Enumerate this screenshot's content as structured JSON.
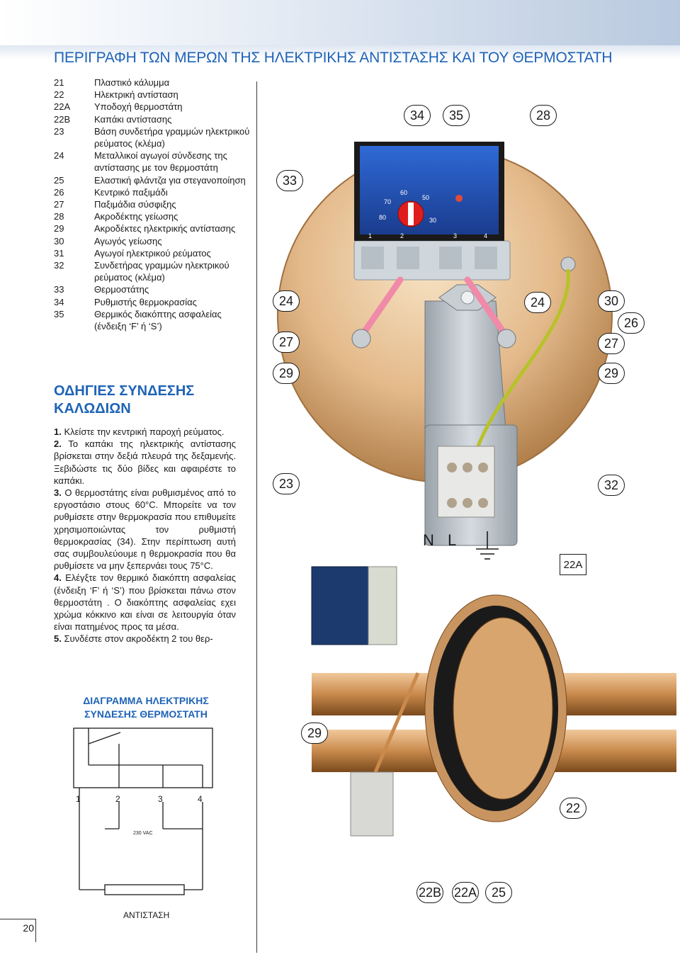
{
  "page": {
    "title": "ΠΕΡΙΓΡΑΦΗ ΤΩΝ ΜΕΡΩΝ ΤΗΣ ΗΛΕΚΤΡΙΚΗΣ ΑΝΤΙΣΤΑΣΗΣ ΚΑΙ ΤΟΥ ΘΕΡΜΟΣΤΑΤΗ",
    "page_number": "20"
  },
  "parts": [
    {
      "num": "21",
      "text": "Πλαστικό κάλυμμα"
    },
    {
      "num": "22",
      "text": "Ηλεκτρική αντίσταση"
    },
    {
      "num": "22A",
      "text": "Υποδοχή θερμοστάτη"
    },
    {
      "num": "22B",
      "text": "Καπάκι αντίστασης"
    },
    {
      "num": "23",
      "text": "Βάση συνδετήρα γραμμών ηλεκτρικού ρεύματος (κλέμα)"
    },
    {
      "num": "24",
      "text": "Μεταλλικοί αγωγοί σύνδεσης της αντίστασης με τον θερμοστάτη"
    },
    {
      "num": "25",
      "text": "Ελαστική φλάντζα για στεγανοποίηση"
    },
    {
      "num": "26",
      "text": "Κεντρικό παξιμάδι"
    },
    {
      "num": "27",
      "text": "Παξιμάδια σύσφιξης"
    },
    {
      "num": "28",
      "text": "Ακροδέκτης γείωσης"
    },
    {
      "num": "29",
      "text": "Ακροδέκτες ηλεκτρικής αντίστασης"
    },
    {
      "num": "30",
      "text": "Αγωγός γείωσης"
    },
    {
      "num": "31",
      "text": "Αγωγοί ηλεκτρικού ρεύματος"
    },
    {
      "num": "32",
      "text": "Συνδετήρας γραμμών ηλεκτρικού ρεύματος (κλέμα)"
    },
    {
      "num": "33",
      "text": "Θερμοστάτης"
    },
    {
      "num": "34",
      "text": "Ρυθμιστής θερμοκρασίας"
    },
    {
      "num": "35",
      "text": "Θερμικός διακόπτης ασφαλείας (ένδειξη ‘F’ ή ‘S’)"
    }
  ],
  "instructions": {
    "title": "ΟΔΗΓΙΕΣ ΣΥΝΔΕΣΗΣ ΚΑΛΩΔΙΩΝ",
    "steps": [
      {
        "n": "1.",
        "text": "Κλείστε την κεντρική παροχή ρεύματος."
      },
      {
        "n": "2.",
        "text": "Το καπάκι της ηλεκτρικής αντίστασης βρίσκεται στην δεξιά πλευρά της δεξαμενής. Ξεβιδώστε τις δύο βίδες και αφαιρέστε το καπάκι."
      },
      {
        "n": "3.",
        "text": "Ο θερμοστάτης είναι ρυθμισμένος από το εργοστάσιο στους 60°C. Μπορείτε να τον ρυθμίσετε στην θερμοκρασία που επιθυμείτε χρησιμοποιώντας τον ρυθμιστή θερμοκρασίας (34). Στην περίπτωση αυτή σας συμβουλεύουμε η θερμοκρασία που θα ρυθμίσετε να μην ξεπερνάει τους 75°C."
      },
      {
        "n": "4.",
        "text": "Ελέγξτε τον θερμικό διακόπτη ασφαλείας (ένδειξη ‘F’ ή ‘S’) που βρίσκεται πάνω στον θερμοστάτη . Ο διακόπτης ασφαλείας εχει χρώμα κόκκινο και είναι σε λειτουργία όταν είναι πατημένος προς τα μέσα."
      },
      {
        "n": "5.",
        "text": "Συνδέστε στον ακροδέκτη 2 του θερ-"
      }
    ]
  },
  "diagram": {
    "title": "ΔΙΑΓΡΑΜΜΑ ΗΛΕΚΤΡΙΚΗΣ ΣΥΝΔΕΣΗΣ ΘΕΡΜΟΣΤΑΤΗ",
    "terminals": [
      "1",
      "2",
      "3",
      "4"
    ],
    "voltage": "230 VAC",
    "resistor_label": "ΑΝΤΙΣΤΑΣΗ"
  },
  "illustration": {
    "dial_numbers": [
      "60",
      "50",
      "70",
      "80",
      "30"
    ],
    "terminal_numbers": [
      "1",
      "2",
      "3",
      "4"
    ],
    "supply_labels": [
      "N",
      "L"
    ],
    "callouts": {
      "c34": "34",
      "c35": "35",
      "c28": "28",
      "c33": "33",
      "c24a": "24",
      "c24b": "24",
      "c30": "30",
      "c26": "26",
      "c27a": "27",
      "c27b": "27",
      "c29a": "29",
      "c29b": "29",
      "c23": "23",
      "c32": "32",
      "c22A": "22A",
      "c29c": "29",
      "c22": "22",
      "c22B": "22B",
      "c22A2": "22A",
      "c25": "25"
    }
  }
}
